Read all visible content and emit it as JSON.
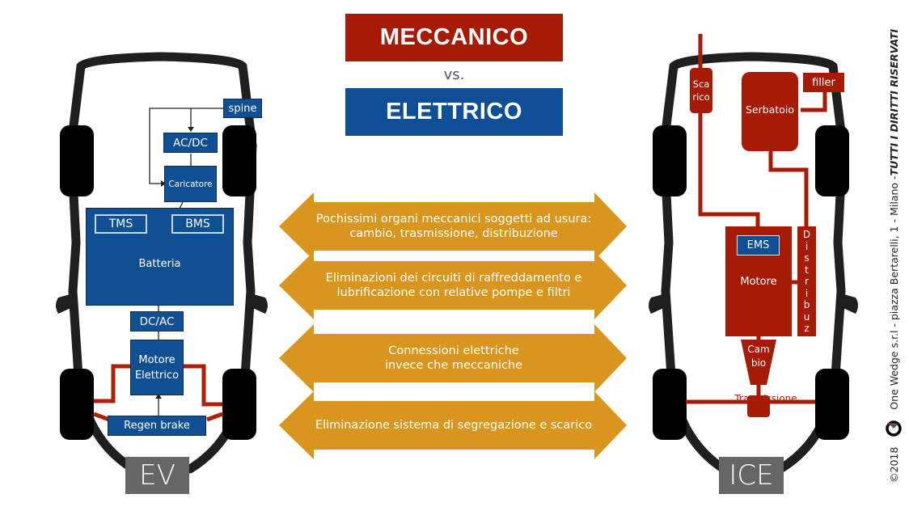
{
  "header": {
    "title_top": "MECCANICO",
    "versus": "vs.",
    "title_bottom": "ELETTRICO",
    "colors": {
      "meccanico": "#a51b06",
      "elettrico": "#0e4f96",
      "arrows": "#d9961e"
    }
  },
  "ev_diagram": {
    "tag": "EV",
    "components": {
      "spine": "spine",
      "acdc": "AC/DC",
      "caricatore": "Caricatore",
      "batteria": "Batteria",
      "tms": "TMS",
      "bms": "BMS",
      "dcac": "DC/AC",
      "motore_line1": "Motore",
      "motore_line2": "Elettrico",
      "regen": "Regen brake"
    }
  },
  "ice_diagram": {
    "tag": "ICE",
    "components": {
      "scarico_line1": "Sca",
      "scarico_line2": "rico",
      "serbatoio": "Serbatoio",
      "filler": "filler",
      "ems": "EMS",
      "motore": "Motore",
      "distribuz": [
        "D",
        "i",
        "s",
        "t",
        "r",
        "i",
        "b",
        "u",
        "z"
      ],
      "cambio_line1": "Cam",
      "cambio_line2": "bio",
      "trasmissione": "Trasmissione"
    }
  },
  "differences": [
    {
      "line1": "Pochissimi organi meccanici soggetti ad usura:",
      "line2": "cambio, trasmissione, distribuzione"
    },
    {
      "line1": "Eliminazioni dei circuiti di raffreddamento e",
      "line2": "lubrificazione con relative pompe e filtri"
    },
    {
      "line1": "Connessioni elettriche",
      "line2": "invece che meccaniche"
    },
    {
      "line1": "Eliminazione sistema di segregazione e scarico",
      "line2": ""
    }
  ],
  "footer": {
    "copyright": "©2018",
    "company": "One Wedge s.r.l - piazza Bertarelli, 1 - Milano - ",
    "rights": "TUTTI I DIRITTI RISERVATI"
  }
}
